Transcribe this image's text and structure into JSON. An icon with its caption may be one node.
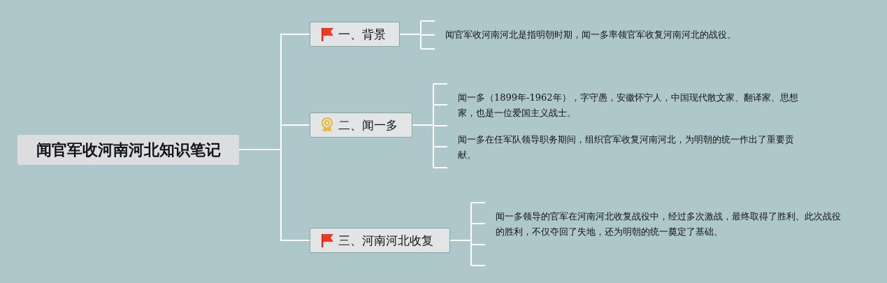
{
  "diagram": {
    "nodes": [
      {
        "text": [
          "闻官军收河南河北知识笔记"
        ]
      },
      {
        "text": [
          "一、背景"
        ]
      },
      {
        "text": [
          "二、闻一多"
        ]
      },
      {
        "text": [
          "三、河南河北收复"
        ]
      },
      {
        "text": [
          "闻官军收河南河北是指明朝时期，闻一多率领官军收复河南河北的战役。"
        ]
      },
      {
        "text": [
          "闻一多（1899年-1962年），字守愚，安徽怀宁人，中国现代散文家、翻译家、思想家，也是一位爱国主义战士。"
        ]
      },
      {
        "text": [
          "闻一多在任军队领导职务期间，组织官军收复河南河北，为明朝的统一作出了重要贡献。"
        ]
      },
      {
        "text": [
          "闻一多领导的官军在河南河北收复战役中，经过多次激战，最终取得了胜利。此次战役的胜利，不仅夺回了失地，还为明朝的统一奠定了基础。"
        ]
      }
    ],
    "edges": [
      {
        "from": 0,
        "to": 1,
        "arrow": "none"
      },
      {
        "from": 0,
        "to": 2,
        "arrow": "none"
      },
      {
        "from": 0,
        "to": 3,
        "arrow": "none"
      },
      {
        "from": 1,
        "to": 4,
        "arrow": "none"
      },
      {
        "from": 2,
        "to": 5,
        "arrow": "none"
      },
      {
        "from": 2,
        "to": 6,
        "arrow": "none"
      },
      {
        "from": 3,
        "to": 7,
        "arrow": "none"
      }
    ]
  }
}
